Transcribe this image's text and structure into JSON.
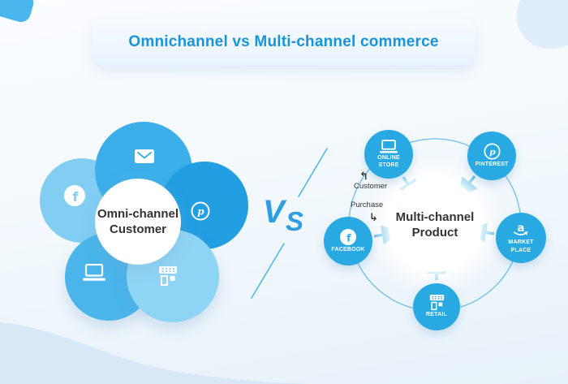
{
  "title": "Omnichannel vs Multi-channel commerce",
  "vs": {
    "v": "V",
    "s": "S"
  },
  "left_diagram": {
    "center_line1": "Omni-channel",
    "center_line2": "Customer",
    "petals": [
      {
        "icon": "email-icon"
      },
      {
        "icon": "facebook-icon"
      },
      {
        "icon": "pinterest-icon"
      },
      {
        "icon": "laptop-icon"
      },
      {
        "icon": "storefront-icon"
      }
    ]
  },
  "right_diagram": {
    "center_line1": "Multi-channel",
    "center_line2": "Product",
    "nodes": [
      {
        "label": "ONLINE STORE",
        "icon": "laptop-icon"
      },
      {
        "label": "PINTEREST",
        "icon": "pinterest-icon"
      },
      {
        "label": "FACEBOOK",
        "icon": "facebook-icon"
      },
      {
        "label": "MARKET PLACE",
        "icon": "amazon-icon"
      },
      {
        "label": "RETAIL",
        "icon": "storefront-icon"
      }
    ],
    "annotations": [
      {
        "label": "Customer",
        "arrow_glyph": "↰"
      },
      {
        "label": "Purchase",
        "arrow_glyph": "↳"
      }
    ]
  },
  "icon_glyphs": {
    "facebook": "f",
    "pinterest": "p",
    "amazon": "a"
  },
  "colors": {
    "title_text": "#1B93D8",
    "accent_blue": "#2B9FE2",
    "node_blue": "#29A9E2",
    "petal_top": "#3CAFEA",
    "petal_left": "#82CEF3",
    "petal_right": "#219FE2",
    "petal_bottom_left": "#49B5EB",
    "petal_bottom_right": "#8ED5F5",
    "dark_text": "#333333",
    "wave": "#D8E8F6"
  }
}
